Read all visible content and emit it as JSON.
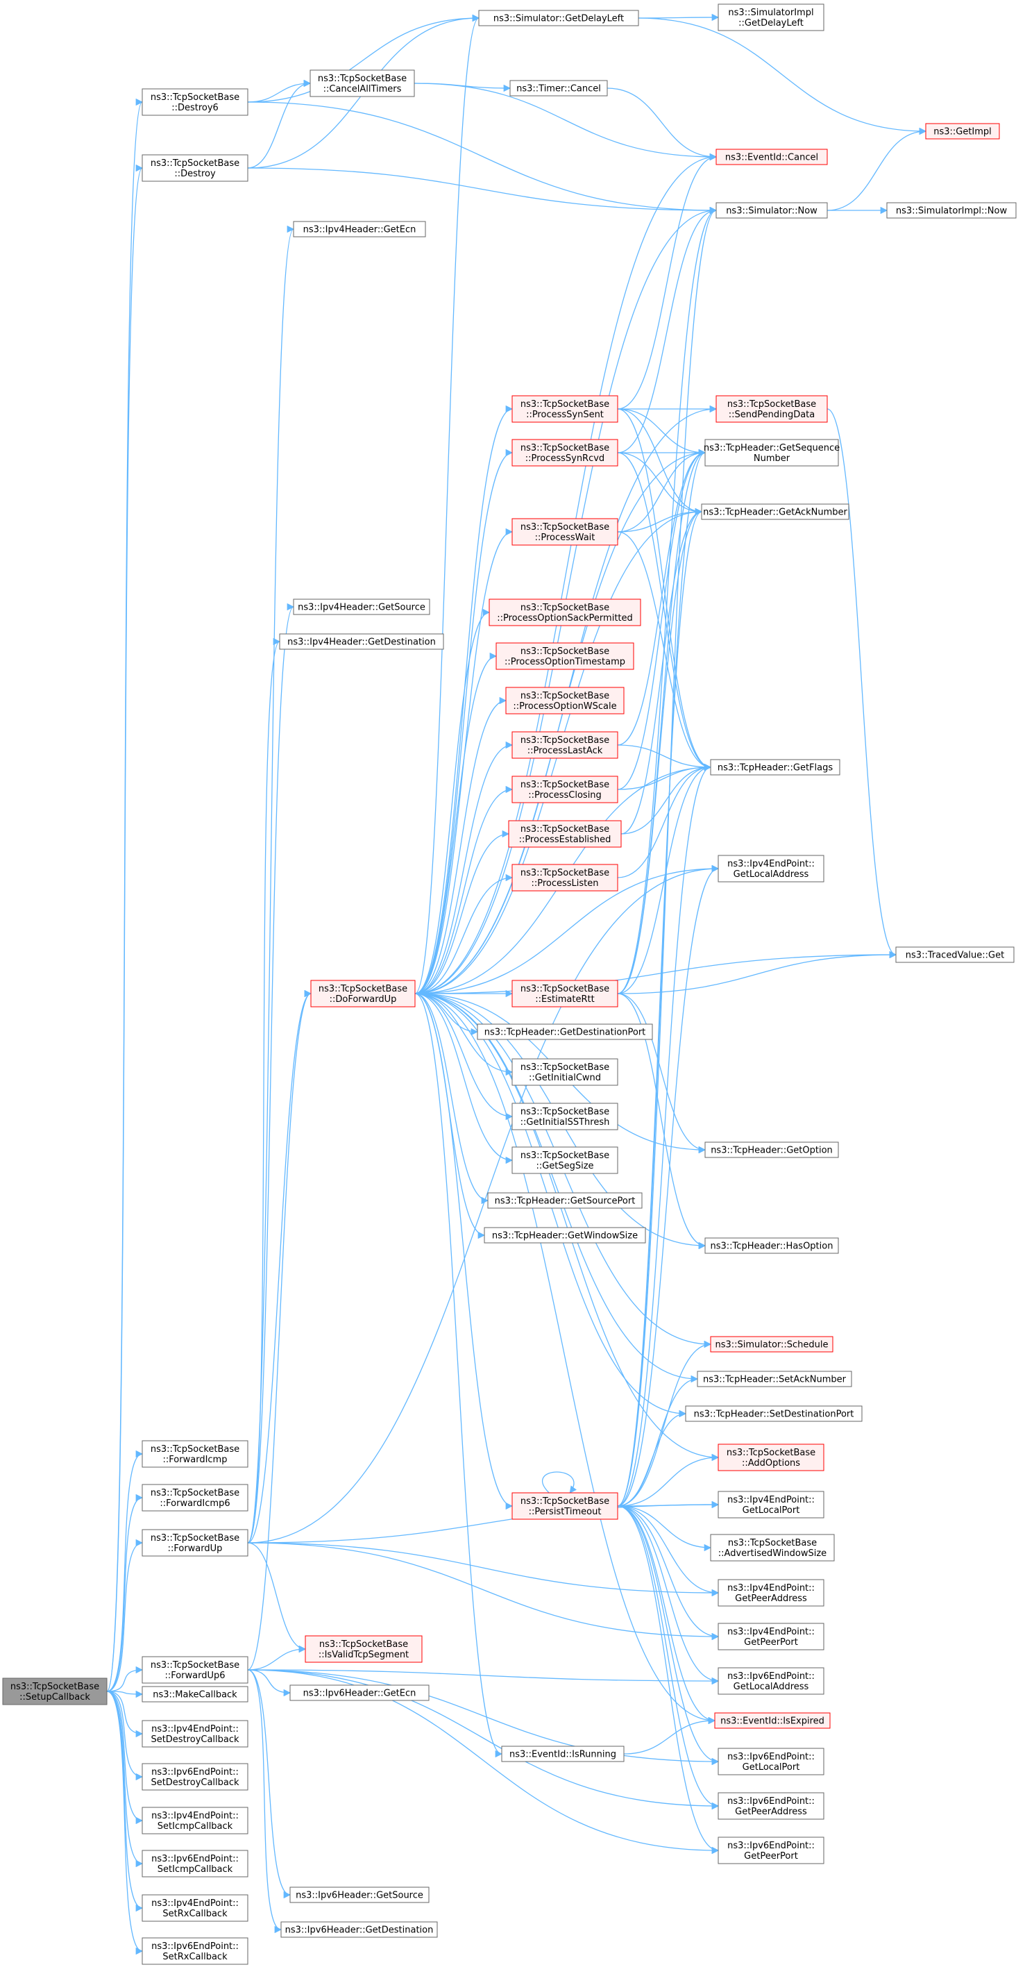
{
  "nodes": {
    "n0": [
      "ns3::TcpSocketBase",
      "::SetupCallback"
    ],
    "n1": [
      "ns3::TcpSocketBase",
      "::Destroy6"
    ],
    "n2": [
      "ns3::TcpSocketBase",
      "::Destroy"
    ],
    "n3": [
      "ns3::TcpSocketBase",
      "::ForwardIcmp"
    ],
    "n4": [
      "ns3::TcpSocketBase",
      "::ForwardIcmp6"
    ],
    "n5": [
      "ns3::TcpSocketBase",
      "::ForwardUp"
    ],
    "n6": [
      "ns3::TcpSocketBase",
      "::ForwardUp6"
    ],
    "n7": [
      "ns3::MakeCallback"
    ],
    "n8": [
      "ns3::Ipv4EndPoint::",
      "SetDestroyCallback"
    ],
    "n9": [
      "ns3::Ipv6EndPoint::",
      "SetDestroyCallback"
    ],
    "n10": [
      "ns3::Ipv4EndPoint::",
      "SetIcmpCallback"
    ],
    "n11": [
      "ns3::Ipv6EndPoint::",
      "SetIcmpCallback"
    ],
    "n12": [
      "ns3::Ipv4EndPoint::",
      "SetRxCallback"
    ],
    "n13": [
      "ns3::Ipv6EndPoint::",
      "SetRxCallback"
    ],
    "n20": [
      "ns3::Simulator::GetDelayLeft"
    ],
    "n21": [
      "ns3::TcpSocketBase",
      "::CancelAllTimers"
    ],
    "n22": [
      "ns3::Timer::Cancel"
    ],
    "n23": [
      "ns3::Ipv4Header::GetEcn"
    ],
    "n24": [
      "ns3::Ipv4Header::GetSource"
    ],
    "n25": [
      "ns3::Ipv4Header::GetDestination"
    ],
    "n26": [
      "ns3::TcpSocketBase",
      "::DoForwardUp"
    ],
    "n27": [
      "ns3::TcpSocketBase",
      "::IsValidTcpSegment"
    ],
    "n28": [
      "ns3::Ipv6Header::GetEcn"
    ],
    "n29": [
      "ns3::Ipv6Header::GetSource"
    ],
    "n30": [
      "ns3::Ipv6Header::GetDestination"
    ],
    "n31": [
      "ns3::EventId::IsRunning"
    ],
    "n40": [
      "ns3::TcpSocketBase",
      "::ProcessSynSent"
    ],
    "n41": [
      "ns3::TcpSocketBase",
      "::ProcessSynRcvd"
    ],
    "n42": [
      "ns3::TcpSocketBase",
      "::ProcessWait"
    ],
    "n43": [
      "ns3::TcpSocketBase",
      "::ProcessOptionSackPermitted"
    ],
    "n44": [
      "ns3::TcpSocketBase",
      "::ProcessOptionTimestamp"
    ],
    "n45": [
      "ns3::TcpSocketBase",
      "::ProcessOptionWScale"
    ],
    "n46": [
      "ns3::TcpSocketBase",
      "::ProcessLastAck"
    ],
    "n47": [
      "ns3::TcpSocketBase",
      "::ProcessClosing"
    ],
    "n48": [
      "ns3::TcpSocketBase",
      "::ProcessEstablished"
    ],
    "n49": [
      "ns3::TcpSocketBase",
      "::ProcessListen"
    ],
    "n50": [
      "ns3::TcpSocketBase",
      "::EstimateRtt"
    ],
    "n51": [
      "ns3::TcpHeader::GetDestinationPort"
    ],
    "n52": [
      "ns3::TcpSocketBase",
      "::GetInitialCwnd"
    ],
    "n53": [
      "ns3::TcpSocketBase",
      "::GetInitialSSThresh"
    ],
    "n54": [
      "ns3::TcpSocketBase",
      "::GetSegSize"
    ],
    "n55": [
      "ns3::TcpHeader::GetSourcePort"
    ],
    "n56": [
      "ns3::TcpHeader::GetWindowSize"
    ],
    "n57": [
      "ns3::TcpSocketBase",
      "::PersistTimeout"
    ],
    "n60": [
      "ns3::SimulatorImpl",
      "::GetDelayLeft"
    ],
    "n61": [
      "ns3::EventId::Cancel"
    ],
    "n62": [
      "ns3::Simulator::Now"
    ],
    "n63": [
      "ns3::TcpSocketBase",
      "::SendPendingData"
    ],
    "n64": [
      "ns3::TcpHeader::GetSequence",
      "Number"
    ],
    "n65": [
      "ns3::TcpHeader::GetAckNumber"
    ],
    "n66": [
      "ns3::TcpHeader::GetFlags"
    ],
    "n67": [
      "ns3::Ipv4EndPoint::",
      "GetLocalAddress"
    ],
    "n68": [
      "ns3::TcpHeader::GetOption"
    ],
    "n69": [
      "ns3::TcpHeader::HasOption"
    ],
    "n70": [
      "ns3::Simulator::Schedule"
    ],
    "n71": [
      "ns3::TcpHeader::SetAckNumber"
    ],
    "n72": [
      "ns3::TcpHeader::SetDestinationPort"
    ],
    "n73": [
      "ns3::TcpSocketBase",
      "::AddOptions"
    ],
    "n74": [
      "ns3::Ipv4EndPoint::",
      "GetLocalPort"
    ],
    "n75": [
      "ns3::TcpSocketBase",
      "::AdvertisedWindowSize"
    ],
    "n76": [
      "ns3::Ipv4EndPoint::",
      "GetPeerAddress"
    ],
    "n77": [
      "ns3::Ipv4EndPoint::",
      "GetPeerPort"
    ],
    "n78": [
      "ns3::Ipv6EndPoint::",
      "GetLocalAddress"
    ],
    "n79": [
      "ns3::EventId::IsExpired"
    ],
    "n80": [
      "ns3::Ipv6EndPoint::",
      "GetLocalPort"
    ],
    "n81": [
      "ns3::Ipv6EndPoint::",
      "GetPeerAddress"
    ],
    "n82": [
      "ns3::Ipv6EndPoint::",
      "GetPeerPort"
    ],
    "n90": [
      "ns3::GetImpl"
    ],
    "n91": [
      "ns3::SimulatorImpl::Now"
    ],
    "n92": [
      "ns3::TracedValue::Get"
    ]
  },
  "colors": {
    "edge": "#63b8ff",
    "node_border": "#666666",
    "node_fill": "#ffffff",
    "highlight_border": "#ff0000",
    "highlight_fill": "#fff0f0",
    "root_fill": "#999999"
  }
}
